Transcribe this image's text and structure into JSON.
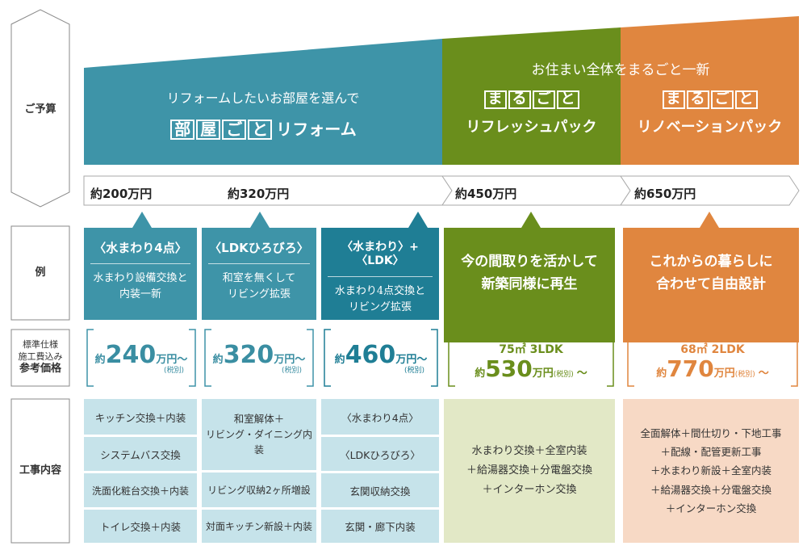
{
  "row_labels": {
    "budget": "ご予算",
    "example": "例",
    "price_l1": "標準仕様",
    "price_l2": "施工費込み",
    "price_l3": "参考価格",
    "works": "工事内容"
  },
  "header": {
    "room_sub": "リフォームしたいお部屋を選んで",
    "room_badges": [
      "部",
      "屋",
      "ご",
      "と"
    ],
    "room_title": "リフォーム",
    "whole_sub": "お住まい全体をまるごと一新",
    "marugoto_badges": [
      "ま",
      "る",
      "ご",
      "と"
    ],
    "refresh_title": "リフレッシュパック",
    "renovation_title": "リノベーションパック"
  },
  "budget_marks": [
    "約200万円",
    "約320万円",
    "約450万円",
    "約650万円"
  ],
  "examples": [
    {
      "title": "〈水まわり4点〉",
      "desc1": "水まわり設備交換と",
      "desc2": "内装一新"
    },
    {
      "title": "〈LDKひろびろ〉",
      "desc1": "和室を無くして",
      "desc2": "リビング拡張"
    },
    {
      "title": "〈水まわり〉+〈LDK〉",
      "desc1": "水まわり4点交換と",
      "desc2": "リビング拡張"
    },
    {
      "line1": "今の間取りを活かして",
      "line2": "新築同様に再生"
    },
    {
      "line1": "これからの暮らしに",
      "line2": "合わせて自由設計"
    }
  ],
  "prices": [
    {
      "prefix": "約",
      "amount": "240",
      "unit": "万円〜",
      "tax": "(税別)"
    },
    {
      "prefix": "約",
      "amount": "320",
      "unit": "万円〜",
      "tax": "(税別)"
    },
    {
      "prefix": "約",
      "amount": "460",
      "unit": "万円〜",
      "tax": "(税別)"
    },
    {
      "spec": "75㎡ 3LDK",
      "prefix": "約",
      "amount": "530",
      "unit": "万円",
      "tax": "(税別)",
      "tilde": "〜"
    },
    {
      "spec": "68㎡ 2LDK",
      "prefix": "約",
      "amount": "770",
      "unit": "万円",
      "tax": "(税別)",
      "tilde": "〜"
    }
  ],
  "works": {
    "col1": [
      "キッチン交換＋内装",
      "システムバス交換",
      "洗面化粧台交換＋内装",
      "トイレ交換＋内装"
    ],
    "col2": [
      "和室解体＋",
      "リビング・ダイニング内装",
      "リビング収納2ヶ所増設",
      "対面キッチン新設＋内装"
    ],
    "col3": [
      "〈水まわり4点〉",
      "〈LDKひろびろ〉",
      "玄関収納交換",
      "玄関・廊下内装"
    ],
    "col4": [
      "水まわり交換＋全室内装",
      "＋給湯器交換＋分電盤交換",
      "＋インターホン交換"
    ],
    "col5": [
      "全面解体＋間仕切り・下地工事",
      "＋配線・配管更新工事",
      "＋水まわり新設＋全室内装",
      "＋給湯器交換＋分電盤交換",
      "＋インターホン交換"
    ]
  },
  "colors": {
    "teal": "#3e94a8",
    "teal_dark": "#1f7e95",
    "green": "#6a8e1c",
    "orange": "#e0863f",
    "light_teal": "#c6e3ea",
    "light_green": "#e2e8c6",
    "light_orange": "#f7d9c5"
  }
}
